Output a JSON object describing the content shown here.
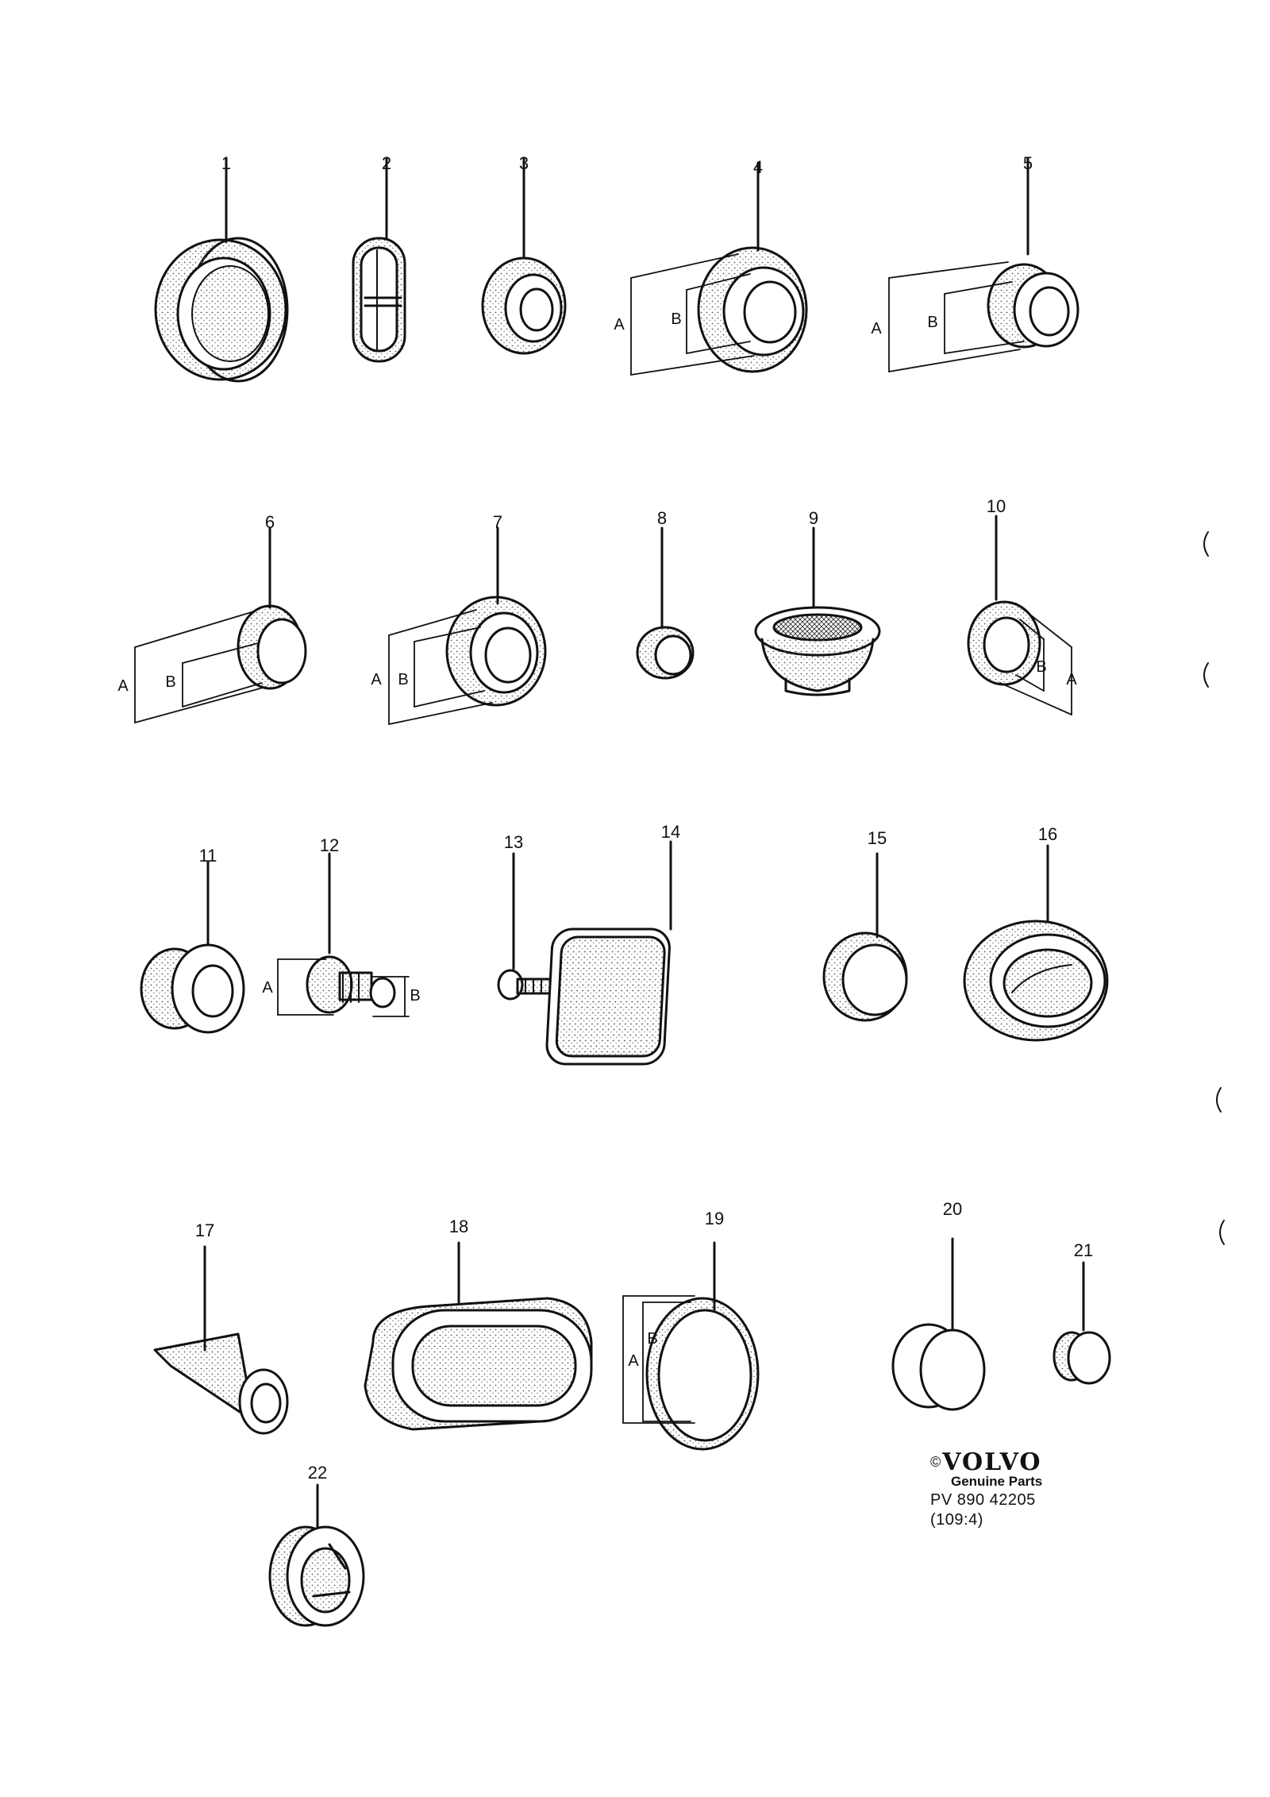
{
  "callouts": [
    "1",
    "2",
    "3",
    "4",
    "5",
    "6",
    "7",
    "8",
    "9",
    "10",
    "11",
    "12",
    "13",
    "14",
    "15",
    "16",
    "17",
    "18",
    "19",
    "20",
    "21",
    "22"
  ],
  "dim_labels": {
    "a": "A",
    "b": "B"
  },
  "brand": {
    "copyright": "©",
    "logo_text": "VOLVO",
    "line1": "Genuine Parts",
    "line2": "PV 890 42205",
    "line3": "(109:4)"
  },
  "colors": {
    "ink": "#111111",
    "paper": "#ffffff",
    "stipple": "#555555"
  }
}
